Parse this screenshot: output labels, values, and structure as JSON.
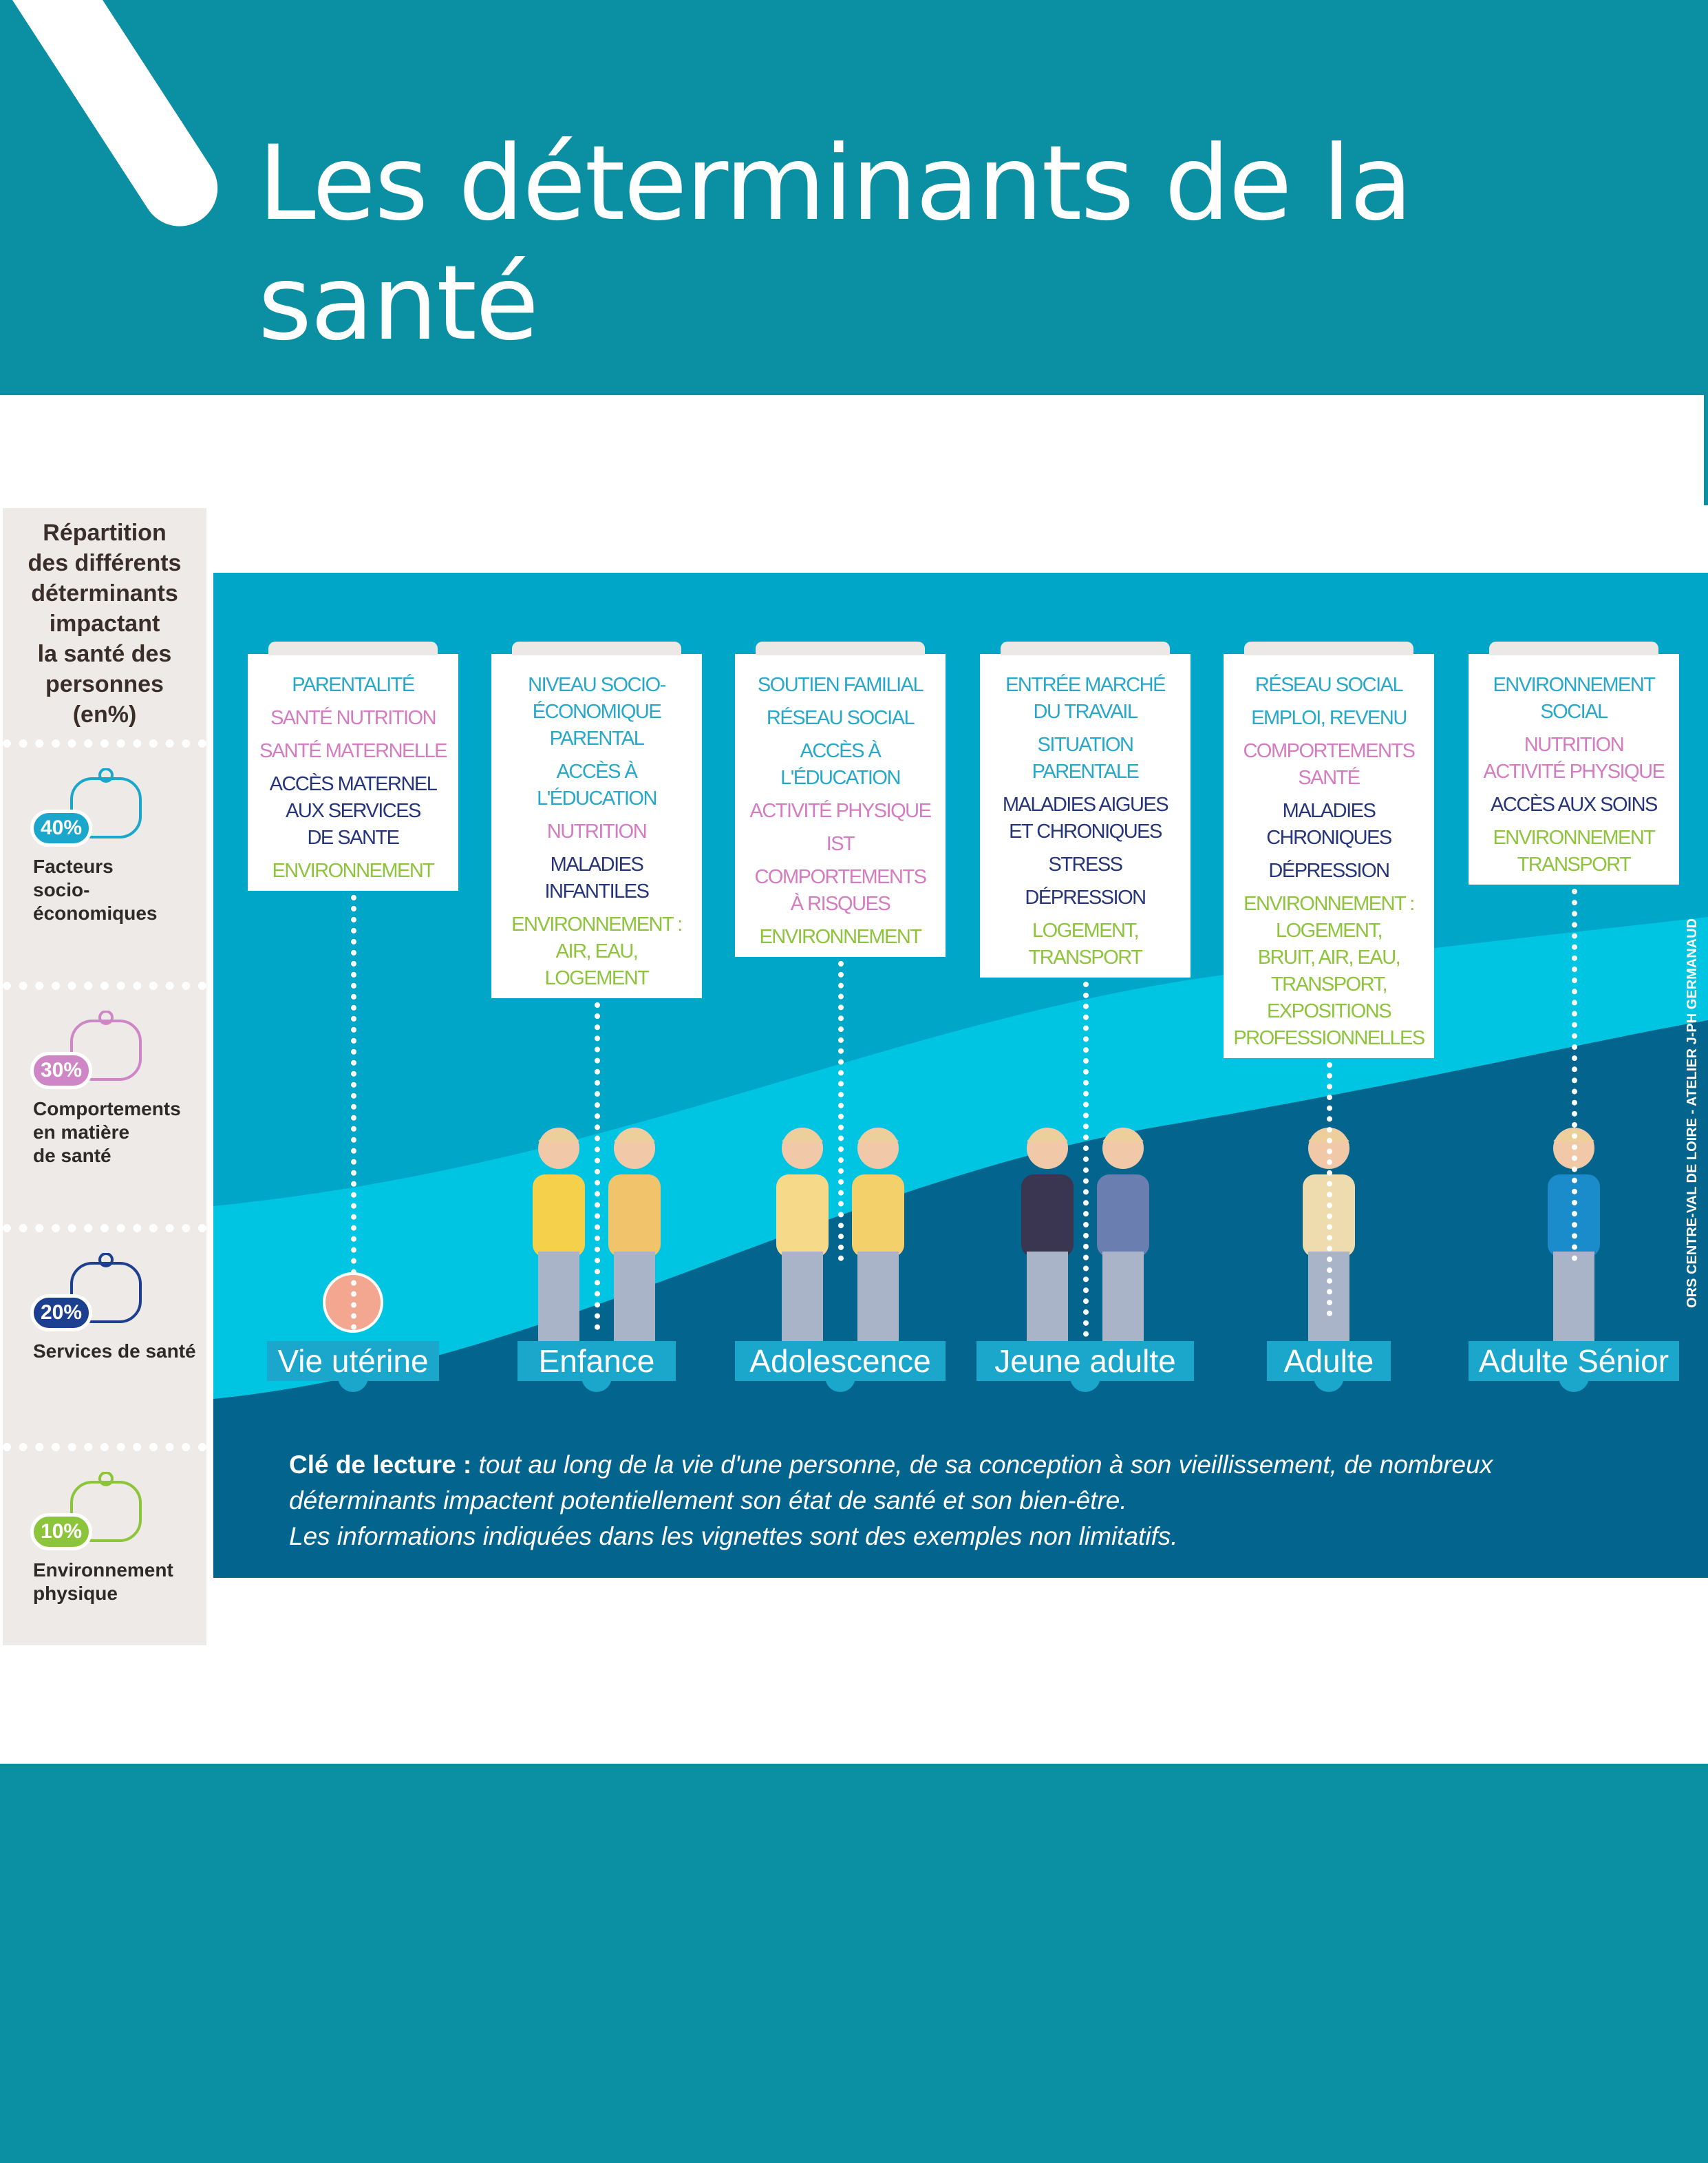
{
  "header": {
    "title": "Les déterminants de la santé"
  },
  "left_panel": {
    "heading": "Répartition\ndes différents\ndéterminants\nimpactant\nla santé des\npersonnes\n(en%)",
    "categories": [
      {
        "percent": "40%",
        "label": "Facteurs\nsocio-\néconomiques",
        "color": "#1ba7cb",
        "icon": "piggy-bank-icon"
      },
      {
        "percent": "30%",
        "label": "Comportements\nen matière\nde santé",
        "color": "#cf86c6",
        "icon": "person-icon"
      },
      {
        "percent": "20%",
        "label": "Services de santé",
        "color": "#1d3f8f",
        "icon": "stethoscope-icon"
      },
      {
        "percent": "10%",
        "label": "Environnement\nphysique",
        "color": "#8cc43c",
        "icon": "plant-house-icon"
      }
    ]
  },
  "stages": [
    {
      "label": "Vie utérine",
      "items": [
        {
          "t": "PARENTALITÉ",
          "c": "blue"
        },
        {
          "t": "SANTÉ NUTRITION",
          "c": "pink"
        },
        {
          "t": "SANTÉ MATERNELLE",
          "c": "pink"
        },
        {
          "t": "ACCÈS MATERNEL\nAUX SERVICES\nDE SANTE",
          "c": "navy"
        },
        {
          "t": "ENVIRONNEMENT",
          "c": "green"
        }
      ]
    },
    {
      "label": "Enfance",
      "items": [
        {
          "t": "NIVEAU SOCIO-\nÉCONOMIQUE\nPARENTAL",
          "c": "blue"
        },
        {
          "t": "ACCÈS À\nL'ÉDUCATION",
          "c": "blue"
        },
        {
          "t": "NUTRITION",
          "c": "pink"
        },
        {
          "t": "MALADIES\nINFANTILES",
          "c": "navy"
        },
        {
          "t": "ENVIRONNEMENT :\nAIR, EAU,\nLOGEMENT",
          "c": "green"
        }
      ]
    },
    {
      "label": "Adolescence",
      "items": [
        {
          "t": "SOUTIEN FAMILIAL",
          "c": "blue"
        },
        {
          "t": "RÉSEAU SOCIAL",
          "c": "blue"
        },
        {
          "t": "ACCÈS À\nL'ÉDUCATION",
          "c": "blue"
        },
        {
          "t": "ACTIVITÉ PHYSIQUE",
          "c": "pink"
        },
        {
          "t": "IST",
          "c": "pink"
        },
        {
          "t": "COMPORTEMENTS\nÀ RISQUES",
          "c": "pink"
        },
        {
          "t": "ENVIRONNEMENT",
          "c": "green"
        }
      ]
    },
    {
      "label": "Jeune adulte",
      "items": [
        {
          "t": "ENTRÉE MARCHÉ\nDU TRAVAIL",
          "c": "blue"
        },
        {
          "t": "SITUATION\nPARENTALE",
          "c": "blue"
        },
        {
          "t": "MALADIES AIGUES\nET CHRONIQUES",
          "c": "navy"
        },
        {
          "t": "STRESS",
          "c": "navy"
        },
        {
          "t": "DÉPRESSION",
          "c": "navy"
        },
        {
          "t": "LOGEMENT,\nTRANSPORT",
          "c": "green"
        }
      ]
    },
    {
      "label": "Adulte",
      "items": [
        {
          "t": "RÉSEAU SOCIAL",
          "c": "blue"
        },
        {
          "t": "EMPLOI, REVENU",
          "c": "blue"
        },
        {
          "t": "COMPORTEMENTS\nSANTÉ",
          "c": "pink"
        },
        {
          "t": "MALADIES\nCHRONIQUES",
          "c": "navy"
        },
        {
          "t": "DÉPRESSION",
          "c": "navy"
        },
        {
          "t": "ENVIRONNEMENT :\nLOGEMENT,\nBRUIT, AIR, EAU,\nTRANSPORT,\nEXPOSITIONS\nPROFESSIONNELLES",
          "c": "green"
        }
      ]
    },
    {
      "label": "Adulte Sénior",
      "items": [
        {
          "t": "ENVIRONNEMENT\nSOCIAL",
          "c": "blue"
        },
        {
          "t": "NUTRITION\nACTIVITÉ PHYSIQUE",
          "c": "pink"
        },
        {
          "t": "ACCÈS AUX SOINS",
          "c": "navy"
        },
        {
          "t": "ENVIRONNEMENT\nTRANSPORT",
          "c": "green"
        }
      ]
    }
  ],
  "credit": "ORS CENTRE-VAL DE LOIRE - ATELIER J-PH GERMANAUD",
  "caption": {
    "key": "Clé de lecture :",
    "line1": " tout au long de la vie d'une personne, de sa conception à son vieillissement, de nombreux",
    "line2": "déterminants impactent potentiellement son état de santé et son bien-être.",
    "line3": "Les informations indiquées dans les vignettes sont des exemples non limitatifs."
  }
}
